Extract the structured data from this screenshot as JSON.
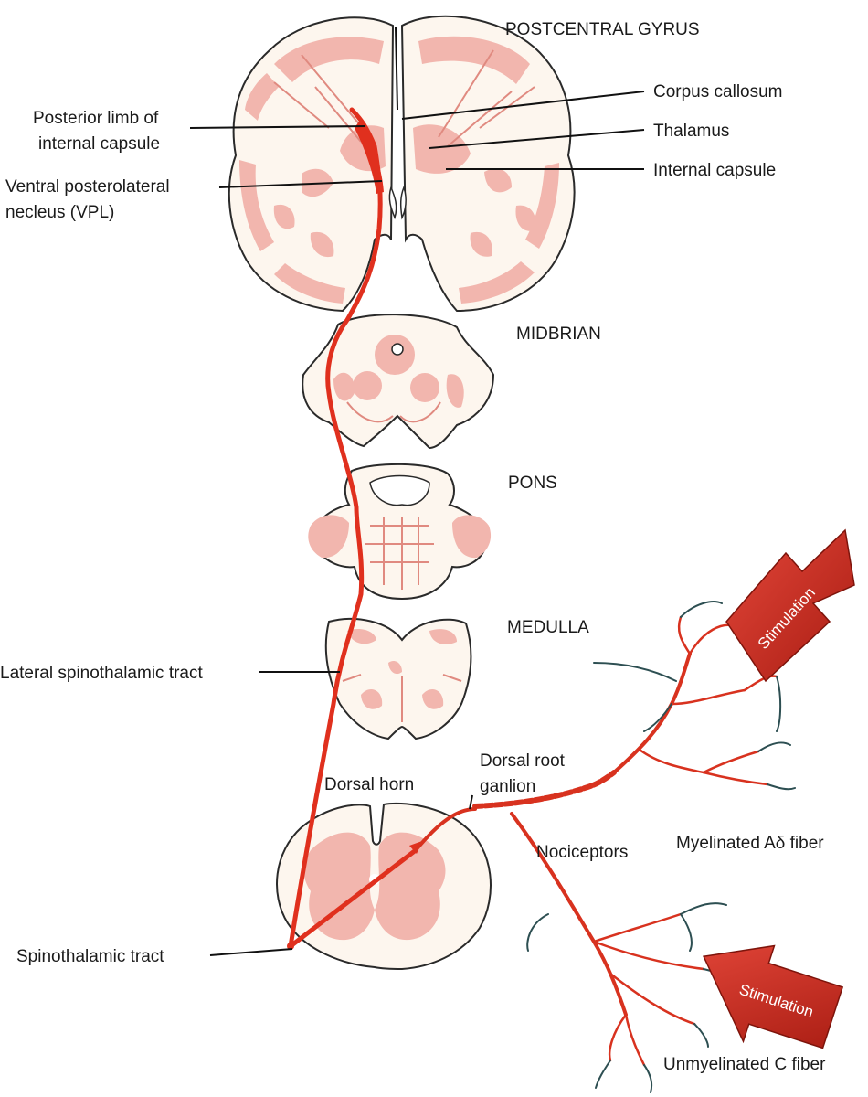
{
  "labels": {
    "postcentral_gyrus": "POSTCENTRAL GYRUS",
    "corpus_callosum": "Corpus callosum",
    "thalamus": "Thalamus",
    "internal_capsule": "Internal capsule",
    "posterior_limb_line1": "Posterior limb of",
    "posterior_limb_line2": "internal capsule",
    "vpl_line1": "Ventral posterolateral",
    "vpl_line2": "necleus (VPL)",
    "midbrain": "MIDBRIAN",
    "pons": "PONS",
    "medulla": "MEDULLA",
    "lateral_spinothalamic": "Lateral spinothalamic tract",
    "dorsal_horn": "Dorsal horn",
    "dorsal_root_line1": "Dorsal root",
    "dorsal_root_line2": "ganlion",
    "nociceptors": "Nociceptors",
    "myelinated": "Myelinated Aδ fiber",
    "spinothalamic": "Spinothalamic tract",
    "unmyelinated": "Unmyelinated C fiber"
  },
  "arrows": {
    "upper_stimulation": "Stimulation",
    "lower_stimulation": "Stimulation"
  },
  "colors": {
    "tract": "#e0301e",
    "tissue_pink": "#f2b6ae",
    "tissue_cream": "#fdf6ee",
    "arrow_red": "#c62a1c"
  }
}
